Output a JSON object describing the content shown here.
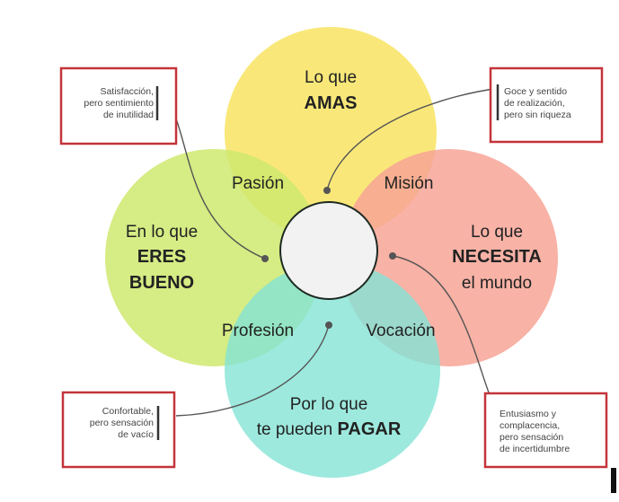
{
  "colors": {
    "amas": "#f8e66a",
    "bueno": "#cfe96f",
    "necesita": "#f7a597",
    "pagar": "#84e3d6",
    "pasion": "#d6e36b",
    "mision": "#f9bb6c",
    "profesion": "#a6e59a",
    "vocacion": "#dccfb2",
    "box_border": "#c4343a"
  },
  "circles": {
    "amas": {
      "line1": "Lo que",
      "line2": "AMAS"
    },
    "bueno": {
      "line1": "En lo que",
      "line2": "ERES",
      "line3": "BUENO"
    },
    "necesita": {
      "line1": "Lo que",
      "line2": "NECESITA",
      "line3": "el mundo"
    },
    "pagar": {
      "line1": "Por lo que",
      "line2a": "te pueden ",
      "line2b": "PAGAR"
    }
  },
  "overlaps": {
    "pasion": "Pasión",
    "mision": "Misión",
    "profesion": "Profesión",
    "vocacion": "Vocación"
  },
  "notes": {
    "top_left": [
      "Satisfacción,",
      "pero sentimiento",
      "de inutilidad"
    ],
    "top_right": [
      "Goce y sentido",
      "de realización,",
      "pero sin riqueza"
    ],
    "bottom_left": [
      "Confortable,",
      "pero sensación",
      "de vacío"
    ],
    "bottom_right": [
      "Entusiasmo y",
      "complacencia,",
      "pero sensación",
      "de incertidumbre"
    ]
  }
}
